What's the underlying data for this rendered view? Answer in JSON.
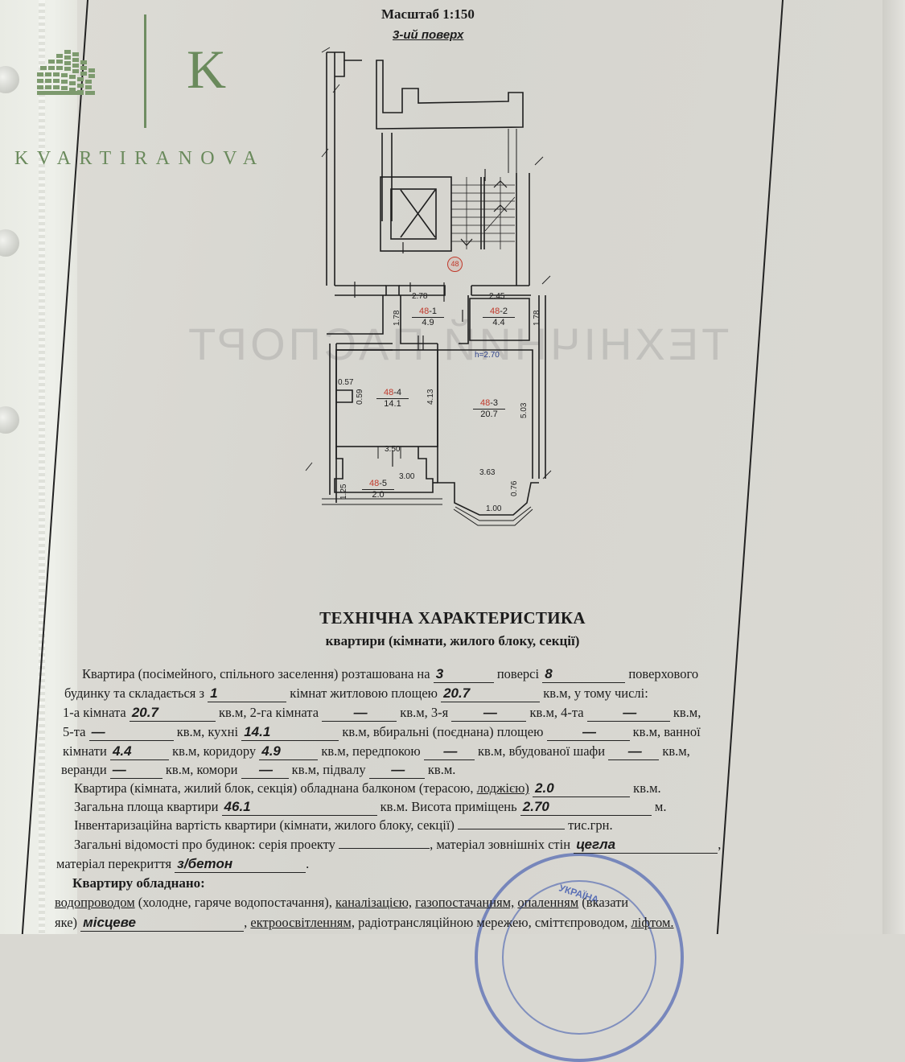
{
  "watermark": {
    "monogram": "K",
    "brand": "KVARTIRANOVA",
    "color": "#6a8a5c"
  },
  "header": {
    "scale": "Масштаб 1:150",
    "floor": "3-ий поверх"
  },
  "plan": {
    "apartment_badge": "48",
    "ceiling_height_label": "h=2.70",
    "rooms": [
      {
        "prefix": "48",
        "suffix": "-1",
        "area": "4.9"
      },
      {
        "prefix": "48",
        "suffix": "-2",
        "area": "4.4"
      },
      {
        "prefix": "48",
        "suffix": "-3",
        "area": "20.7"
      },
      {
        "prefix": "48",
        "suffix": "-4",
        "area": "14.1"
      },
      {
        "prefix": "48",
        "suffix": "-5",
        "area": "2.0"
      }
    ],
    "dimensions": {
      "r1_width": "2.78",
      "r1_depth": "1.78",
      "r2_width": "2.45",
      "r2_depth": "1.78",
      "r4_niche_w": "0.57",
      "r4_niche_d": "0.59",
      "r4_depth": "4.13",
      "r4_width": "3.50",
      "r3_depth": "5.03",
      "r3_width": "3.63",
      "bay_side": "0.76",
      "bay_front": "1.00",
      "r5_width": "3.00",
      "r5_depth": "1.25"
    }
  },
  "characteristics": {
    "title": "ТЕХНІЧНА ХАРАКТЕРИСТИКА",
    "subtitle": "квартири (кімнати, жилого блоку, секції)",
    "l1": {
      "a": "Квартира (посімейного, спільного заселення) розташована на",
      "floor": "3",
      "b": "поверсі",
      "floors_total": "8",
      "c": "поверхового"
    },
    "l2": {
      "a": "будинку та складається з",
      "rooms": "1",
      "b": "кімнат житловою площею",
      "living_area": "20.7",
      "c": "кв.м, у тому числі:"
    },
    "l3": {
      "a": "1-а кімната",
      "room1": "20.7",
      "b": "кв.м,  2-га кімната",
      "room2": "—",
      "c": "кв.м, 3-я",
      "room3": "—",
      "d": "кв.м, 4-та",
      "room4": "—",
      "e": "кв.м,"
    },
    "l4": {
      "a": "5-та",
      "room5": "—",
      "b": "кв.м,  кухні",
      "kitchen": "14.1",
      "c": "кв.м,  вбиральні  (поєднана)  площею",
      "wc": "—",
      "d": "кв.м,  ванної"
    },
    "l5": {
      "a": "кімнати",
      "bath": "4.4",
      "b": "кв.м,  коридору",
      "corridor": "4.9",
      "c": "кв.м,  передпокою",
      "hall": "—",
      "d": "кв.м,  вбудованої  шафи",
      "closet": "—",
      "e": "кв.м,"
    },
    "l6": {
      "a": "веранди",
      "veranda": "—",
      "b": "кв.м, комори",
      "storage": "—",
      "c": "кв.м, підвалу",
      "basement": "—",
      "d": "кв.м."
    },
    "l7": {
      "a": "Квартира (кімната, жилий блок, секція) обладнана балконом (терасою,",
      "loggia_word": "лоджією)",
      "balcony": "2.0",
      "b": "кв.м."
    },
    "l8": {
      "a": "Загальна площа квартири",
      "total": "46.1",
      "b": "кв.м. Висота приміщень",
      "height": "2.70",
      "c": "м."
    },
    "l9": {
      "a": "Інвентаризаційна вартість квартири (кімнати, жилого блоку, секції)",
      "value": "",
      "b": "тис.грн."
    },
    "l10": {
      "a": "Загальні відомості про будинок: серія проекту",
      "series": "",
      "b": ", матеріал зовнішніх стін",
      "walls": "цегла",
      "c": ","
    },
    "l11": {
      "a": "матеріал перекриття",
      "floor_material": "з/бетон",
      "b": "."
    },
    "equipped_title": "Квартиру обладнано:",
    "l13": {
      "water": "водопроводом",
      "a": "(холодне,  гаряче  водопостачання),",
      "sewer": "каналізацією,",
      "gas": "газопостачанням,",
      "heating": "опаленням",
      "b": "(вказати"
    },
    "l14": {
      "a": "яке)",
      "heating_type": "місцеве",
      "b": ",",
      "electric": "ектроосвітленням,",
      "c": "радіотрансляційною мережею,",
      "d": "сміттєпроводом,",
      "lift": "ліфтом."
    }
  },
  "stamp": {
    "text": "УКРАЇНА",
    "color": "#2846aa"
  }
}
